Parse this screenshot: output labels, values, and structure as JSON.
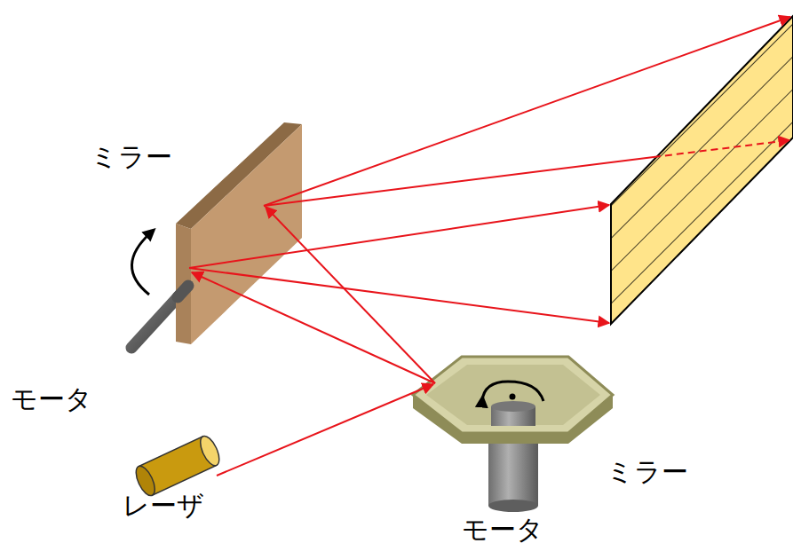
{
  "diagram": {
    "labels": [
      "ミラー",
      "モータ",
      "レーザ",
      "ミラー",
      "モータ"
    ]
  }
}
